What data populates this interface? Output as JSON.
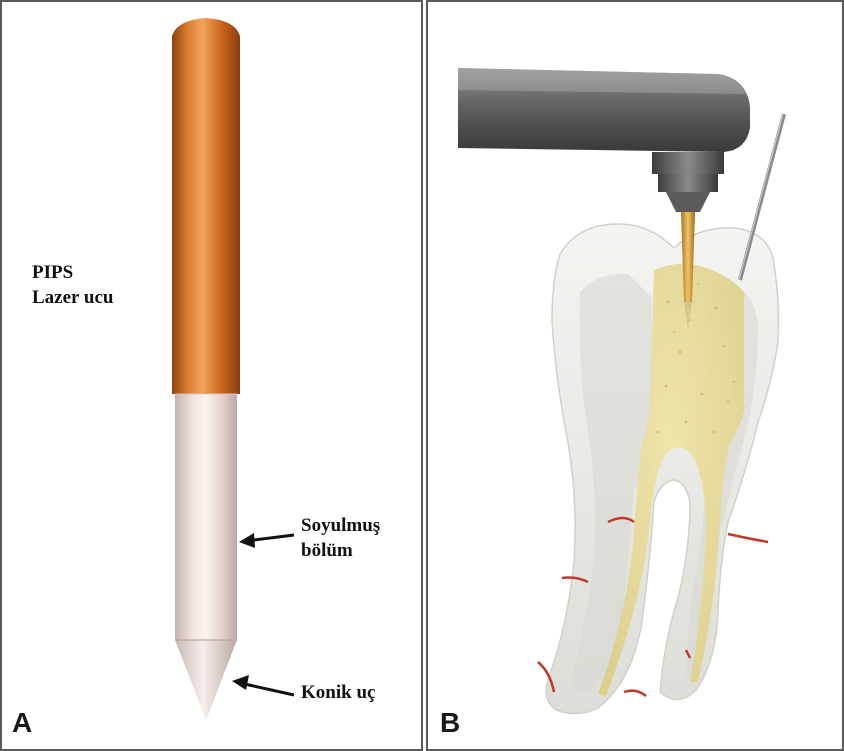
{
  "panel_a": {
    "letter": "A",
    "label_pips_line1": "PIPS",
    "label_pips_line2": "Lazer ucu",
    "label_stripped_line1": "Soyulmuş",
    "label_stripped_line2": "bölüm",
    "label_tip": "Konik uç"
  },
  "panel_b": {
    "letter": "B"
  },
  "colors": {
    "copper_sheath": "#c96a22",
    "stripped_fiber": "#eadcd6",
    "handpiece": "#6b6b6b",
    "tooth": "#e6e6e0",
    "irrigant": "#e8dc9c",
    "canal_marks": "#c0392b"
  }
}
